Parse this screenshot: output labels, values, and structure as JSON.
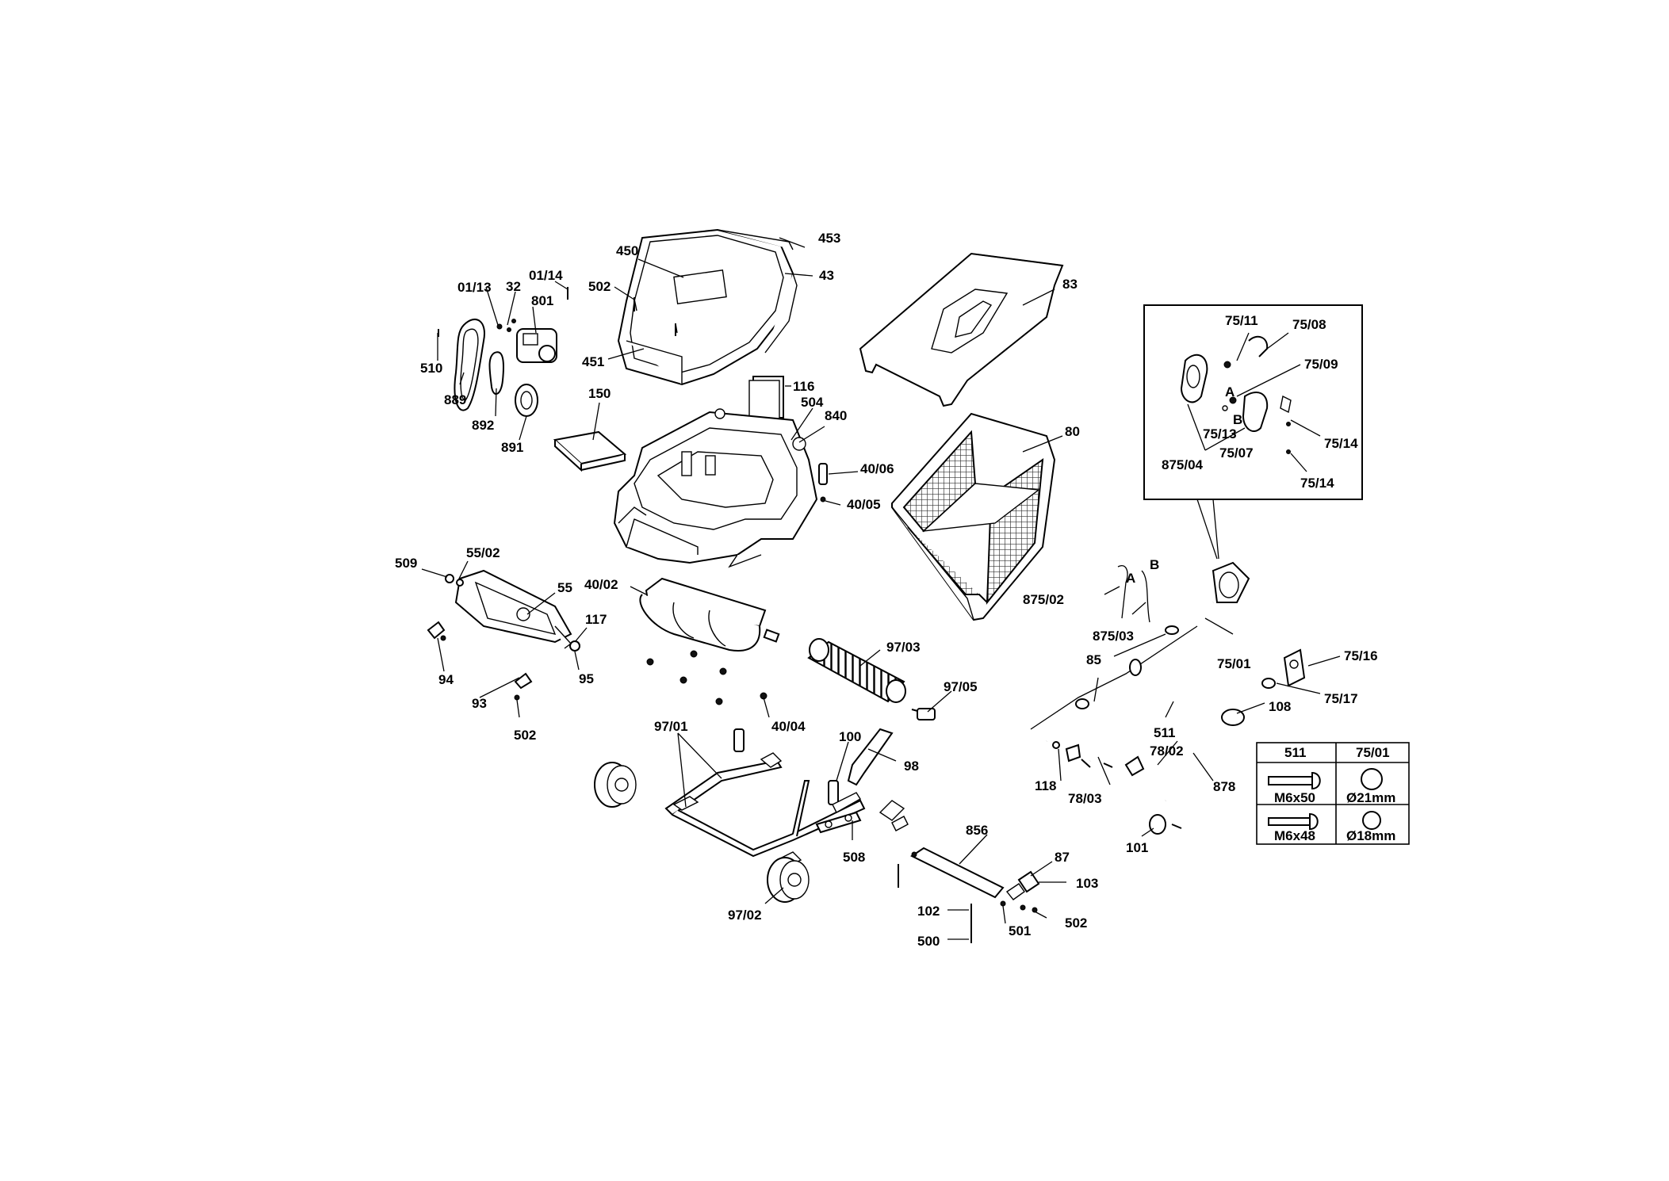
{
  "labels": {
    "p453": "453",
    "p450": "450",
    "p43": "43",
    "p502a": "502",
    "p451": "451",
    "p0113": "01/13",
    "p32": "32",
    "p0114": "01/14",
    "p801": "801",
    "p510": "510",
    "p889": "889",
    "p892": "892",
    "p891": "891",
    "p150": "150",
    "p116": "116",
    "p504": "504",
    "p840": "840",
    "p4006": "40/06",
    "p4005": "40/05",
    "p83": "83",
    "p80": "80",
    "p509": "509",
    "p5502": "55/02",
    "p55": "55",
    "p4002": "40/02",
    "p117": "117",
    "p94": "94",
    "p95": "95",
    "p93": "93",
    "p502b": "502",
    "p9703": "97/03",
    "p9705": "97/05",
    "p4004": "40/04",
    "p9701": "97/01",
    "p100": "100",
    "p98": "98",
    "p508": "508",
    "p9702": "97/02",
    "p856": "856",
    "p87": "87",
    "p103": "103",
    "p102": "102",
    "p500": "500",
    "p501": "501",
    "p502c": "502",
    "p7511": "75/11",
    "p7508": "75/08",
    "p7509": "75/09",
    "pA1": "A",
    "pB1": "B",
    "p7513": "75/13",
    "p7507": "75/07",
    "p7514a": "75/14",
    "p87504": "875/04",
    "p7514b": "75/14",
    "p87502": "875/02",
    "pA2": "A",
    "pB2": "B",
    "p87503": "875/03",
    "p85": "85",
    "p7501": "75/01",
    "p7516": "75/16",
    "p7517": "75/17",
    "p108": "108",
    "p511": "511",
    "p7802": "78/02",
    "p118": "118",
    "p7803": "78/03",
    "p878": "878",
    "p101": "101"
  },
  "table": {
    "headers": [
      "511",
      "75/01"
    ],
    "rows": [
      {
        "bolt": "M6x50",
        "diameter": "Ø21mm"
      },
      {
        "bolt": "M6x48",
        "diameter": "Ø18mm"
      }
    ]
  }
}
